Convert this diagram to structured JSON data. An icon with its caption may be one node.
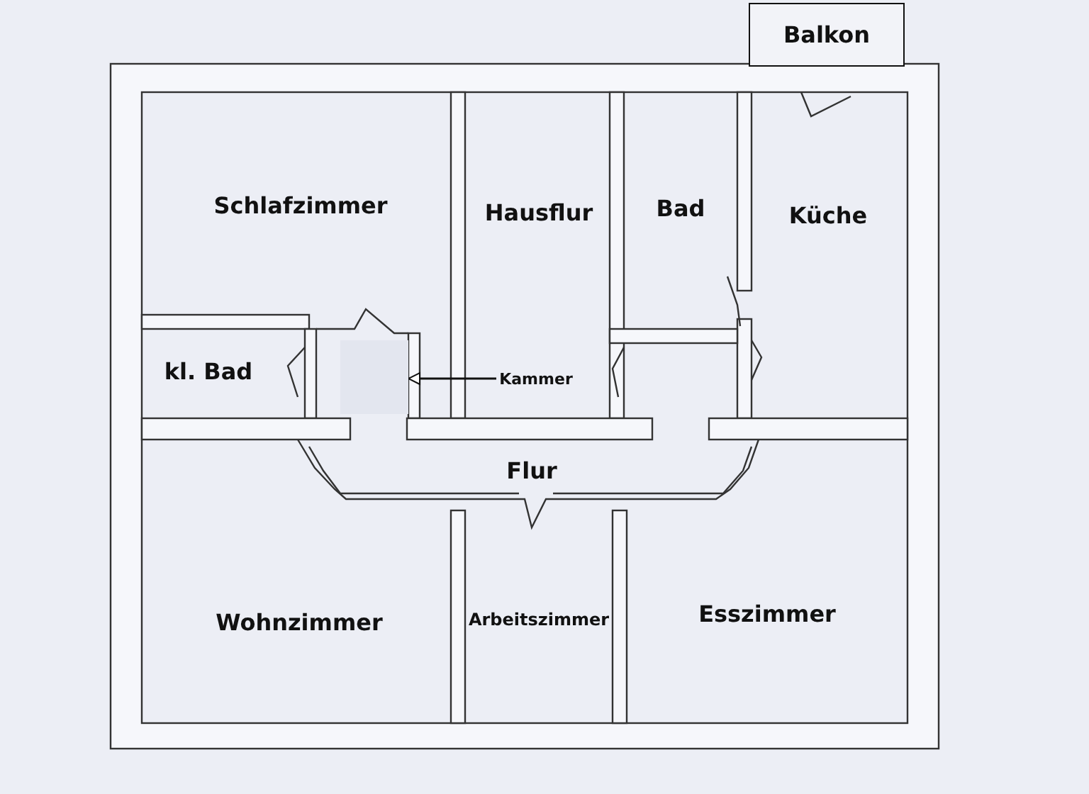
{
  "diagram": {
    "nodes": [
      {
        "text": [
          "Balkon"
        ]
      },
      {
        "text": [
          "Kammer"
        ]
      },
      {
        "text": [],
        "shape": "box"
      }
    ],
    "edges": [
      {
        "from": 1,
        "to": 2,
        "arrow": "to"
      }
    ],
    "labels": [
      "Schlafzimmer",
      "Hausflur",
      "Bad",
      "Küche",
      "kl. Bad",
      "Flur",
      "Wohnzimmer",
      "Arbeitszimmer",
      "Esszimmer"
    ]
  }
}
